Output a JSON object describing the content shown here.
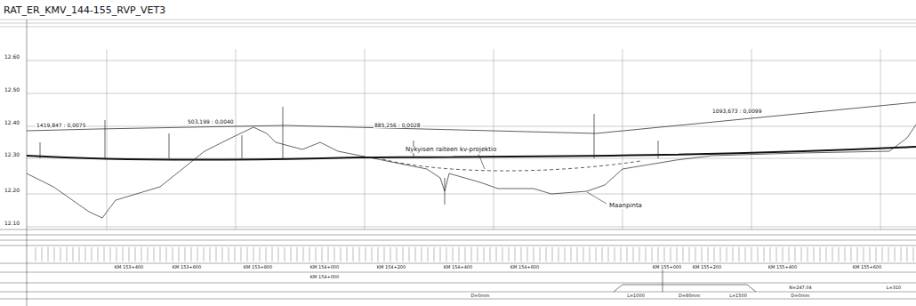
{
  "diagram": {
    "title": "RAT_ER_KMV_144-155_RVP_VET3",
    "labels": [
      "12.60",
      "12.50",
      "12.40",
      "12.30",
      "12.20",
      "12.10",
      "1419,847 : 0,0075",
      "503,199 : 0,0040",
      "885,256 : 0,0028",
      "1093,673 : 0,0099",
      "Nykyisen raiteen kv-projektio",
      "Maanpinta",
      "KM 153+400",
      "KM 153+600",
      "KM 153+800",
      "KM 154+000",
      "KM 154+200",
      "KM 154+400",
      "KM 154+600",
      "KM 155+000",
      "KM 155+200",
      "KM 155+400",
      "KM 155+600",
      "KM 154+000",
      "D=0mm",
      "D=0mm",
      "L=310",
      "N=247,04",
      "D=80mm",
      "L=1000",
      "L=1500"
    ]
  }
}
